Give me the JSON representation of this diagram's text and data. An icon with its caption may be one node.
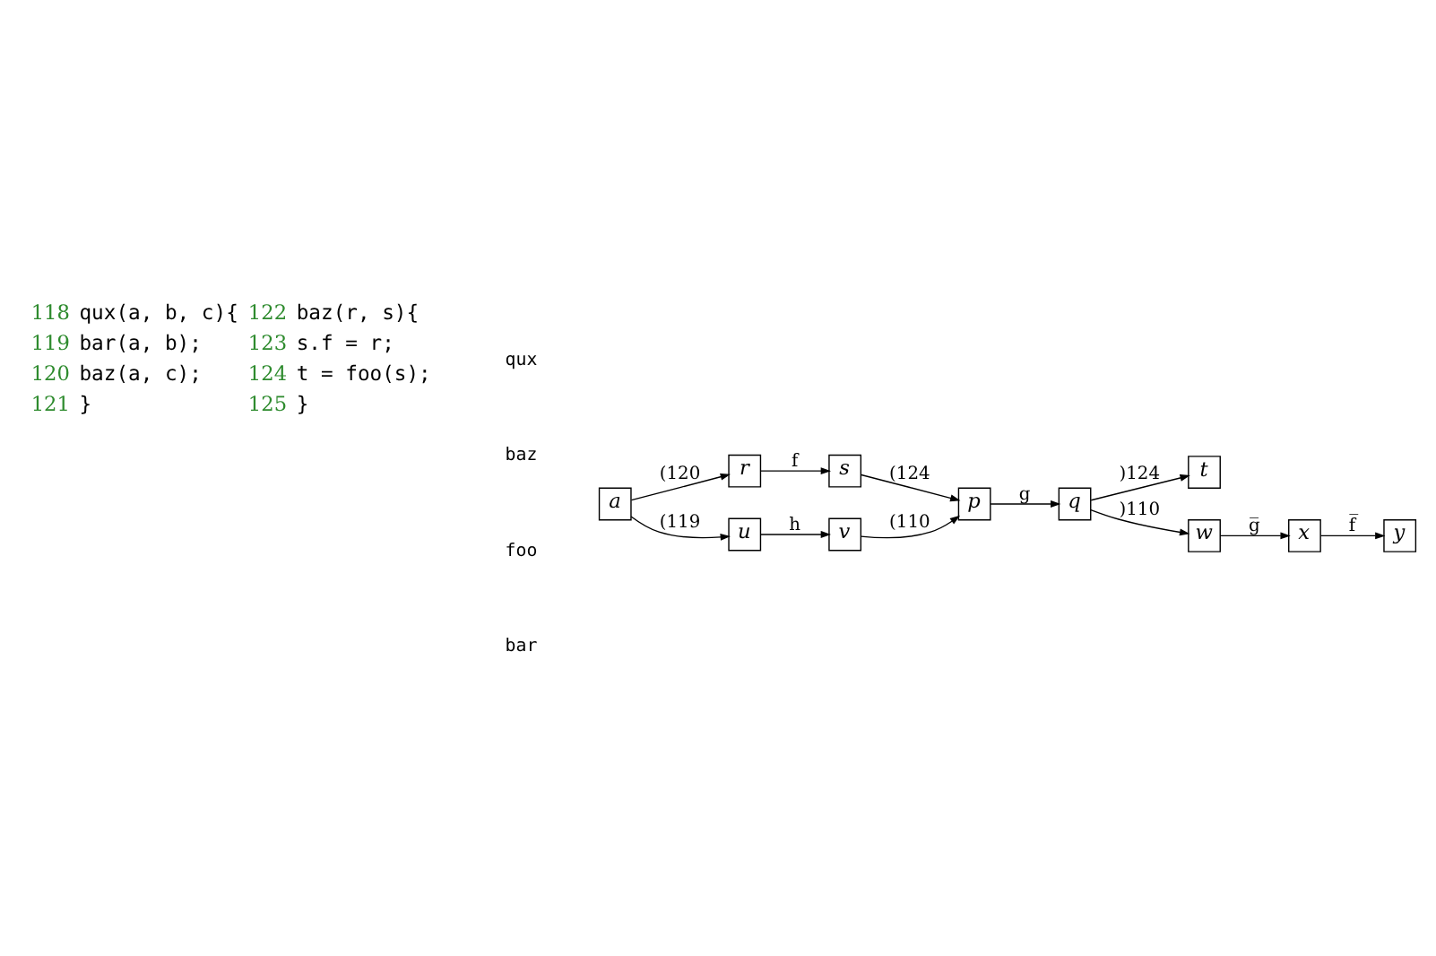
{
  "diagram": {
    "nodes": [
      {
        "text": [
          "a"
        ]
      },
      {
        "text": [
          "r"
        ]
      },
      {
        "text": [
          "s"
        ]
      },
      {
        "text": [
          "t"
        ]
      },
      {
        "text": [
          "p"
        ]
      },
      {
        "text": [
          "q"
        ]
      },
      {
        "text": [
          "u"
        ]
      },
      {
        "text": [
          "v"
        ]
      },
      {
        "text": [
          "w"
        ]
      },
      {
        "text": [
          "x"
        ]
      },
      {
        "text": [
          "y"
        ]
      }
    ],
    "edges": [
      {
        "from": 0,
        "to": 1,
        "arrow": "to",
        "label": "(120"
      },
      {
        "from": 0,
        "to": 6,
        "arrow": "to",
        "label": "(119"
      },
      {
        "from": 1,
        "to": 2,
        "arrow": "to",
        "label": "f"
      },
      {
        "from": 2,
        "to": 4,
        "arrow": "to",
        "label": "(124"
      },
      {
        "from": 4,
        "to": 5,
        "arrow": "to",
        "label": "g"
      },
      {
        "from": 5,
        "to": 3,
        "arrow": "to",
        "label": ")124"
      },
      {
        "from": 5,
        "to": 8,
        "arrow": "to",
        "label": ")110"
      },
      {
        "from": 7,
        "to": 4,
        "arrow": "to",
        "label": "(110"
      },
      {
        "from": 6,
        "to": 7,
        "arrow": "to",
        "label": "h"
      },
      {
        "from": 8,
        "to": 9,
        "arrow": "to",
        "label": "g̅"
      },
      {
        "from": 9,
        "to": 10,
        "arrow": "to",
        "label": "f̅"
      }
    ],
    "labels": [
      "118",
      "qux(a, b, c){",
      "122",
      "baz(r, s){",
      "119",
      "bar(a, b);",
      "123",
      "s.f = r;",
      "120",
      "baz(a, c);",
      "124",
      "t = foo(s);",
      "121",
      "}",
      "125",
      "}",
      "qux",
      "baz",
      "foo",
      "bar"
    ]
  }
}
